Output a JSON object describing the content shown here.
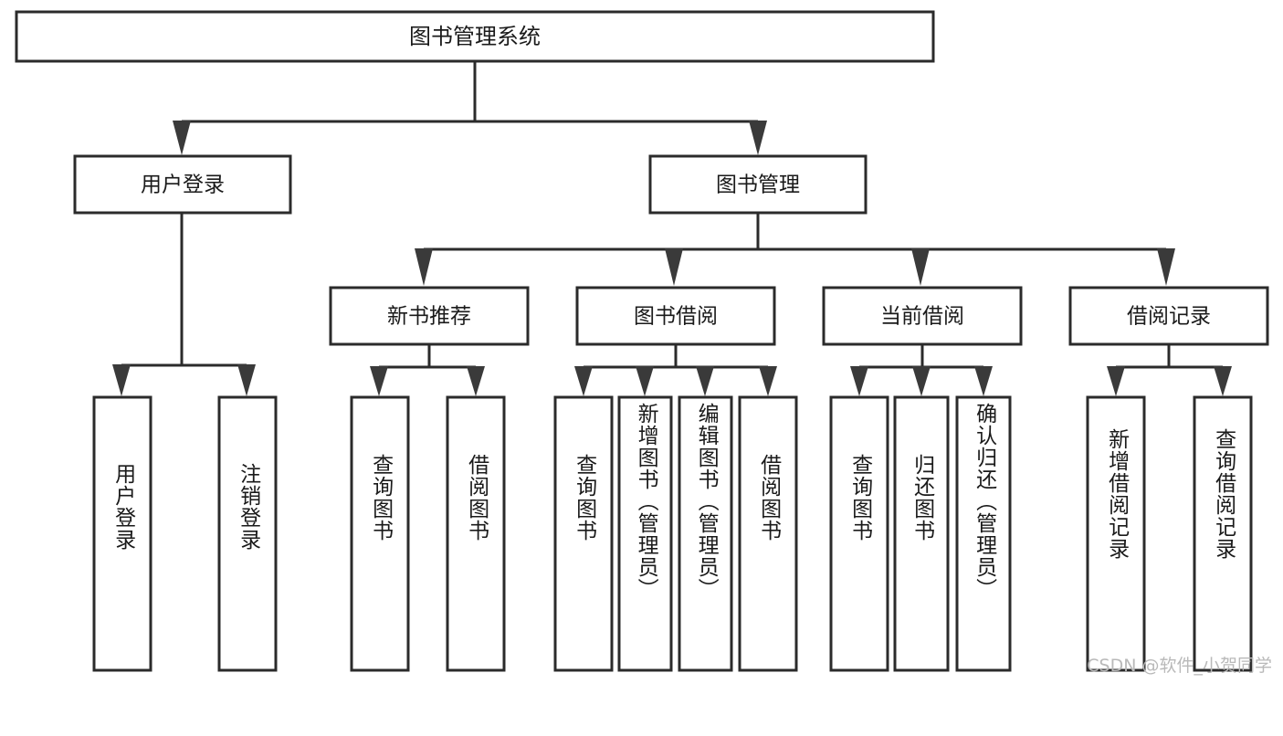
{
  "diagram": {
    "title": "图书管理系统",
    "type": "hierarchy-tree",
    "root": {
      "label": "图书管理系统",
      "orientation": "horizontal"
    },
    "level2": [
      {
        "label": "用户登录",
        "orientation": "horizontal"
      },
      {
        "label": "图书管理",
        "orientation": "horizontal"
      }
    ],
    "level3": [
      {
        "label": "新书推荐",
        "orientation": "horizontal"
      },
      {
        "label": "图书借阅",
        "orientation": "horizontal"
      },
      {
        "label": "当前借阅",
        "orientation": "horizontal"
      },
      {
        "label": "借阅记录",
        "orientation": "horizontal"
      }
    ],
    "leaves": {
      "user_login": [
        {
          "label": "用户登录",
          "orientation": "vertical"
        },
        {
          "label": "注销登录",
          "orientation": "vertical"
        }
      ],
      "new_book_recommend": [
        {
          "label": "查询图书",
          "orientation": "vertical"
        },
        {
          "label": "借阅图书",
          "orientation": "vertical"
        }
      ],
      "book_borrow": [
        {
          "label": "查询图书",
          "orientation": "vertical"
        },
        {
          "label": "新增图书（管理员）",
          "orientation": "vertical"
        },
        {
          "label": "编辑图书（管理员）",
          "orientation": "vertical"
        },
        {
          "label": "借阅图书",
          "orientation": "vertical"
        }
      ],
      "current_borrow": [
        {
          "label": "查询图书",
          "orientation": "vertical"
        },
        {
          "label": "归还图书",
          "orientation": "vertical"
        },
        {
          "label": "确认归还（管理员）",
          "orientation": "vertical"
        }
      ],
      "borrow_record": [
        {
          "label": "新增借阅记录",
          "orientation": "vertical"
        },
        {
          "label": "查询借阅记录",
          "orientation": "vertical"
        }
      ]
    },
    "colors": {
      "background": "#ffffff",
      "box_fill": "#ffffff",
      "box_stroke": "#2b2b2b",
      "connector": "#2b2b2b",
      "text": "#1a1a1a",
      "watermark": "#b9b9b9"
    }
  },
  "watermark": {
    "text": "CSDN @软件_小贺同学"
  }
}
